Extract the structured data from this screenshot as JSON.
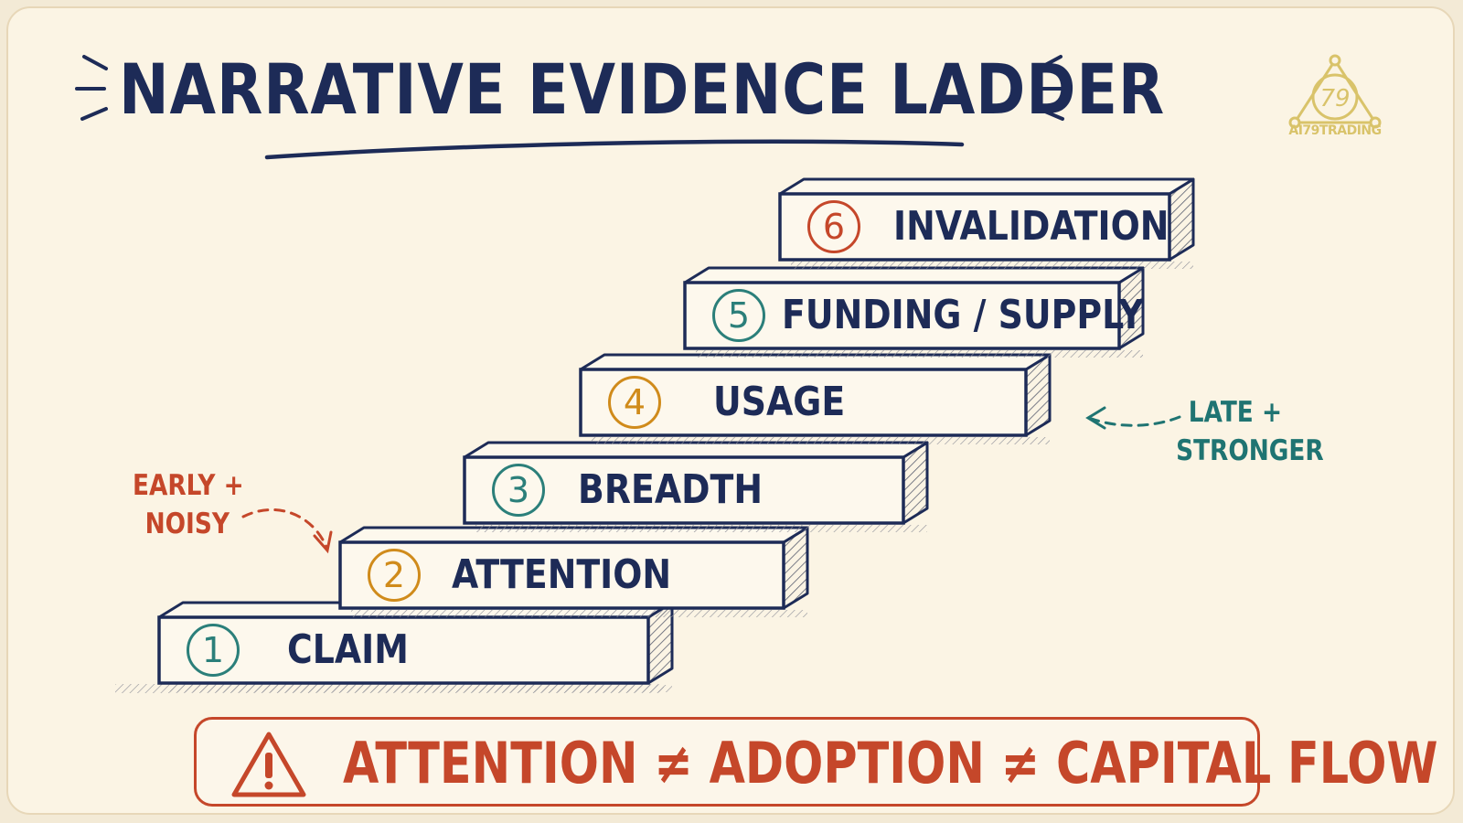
{
  "title": "NARRATIVE EVIDENCE LADDER",
  "logo": {
    "label": "AI79TRADING",
    "mark": "79"
  },
  "steps": [
    {
      "number": "1",
      "label": "CLAIM",
      "color": "#2b7f7a"
    },
    {
      "number": "2",
      "label": "ATTENTION",
      "color": "#d08b1b"
    },
    {
      "number": "3",
      "label": "BREADTH",
      "color": "#2b7f7a"
    },
    {
      "number": "4",
      "label": "USAGE",
      "color": "#d08b1b"
    },
    {
      "number": "5",
      "label": "FUNDING / SUPPLY",
      "color": "#2b7f7a"
    },
    {
      "number": "6",
      "label": "INVALIDATION",
      "color": "#c5472a"
    }
  ],
  "notes": {
    "early": {
      "line1": "EARLY +",
      "line2": "NOISY",
      "color": "#c5472a"
    },
    "late": {
      "line1": "LATE +",
      "line2": "STRONGER",
      "color": "#1f7472"
    }
  },
  "footer": {
    "text": "ATTENTION ≠ ADOPTION ≠ CAPITAL FLOW",
    "color": "#c5472a"
  },
  "colors": {
    "ink": "#1d2b57",
    "background": "#fbf4e4"
  }
}
